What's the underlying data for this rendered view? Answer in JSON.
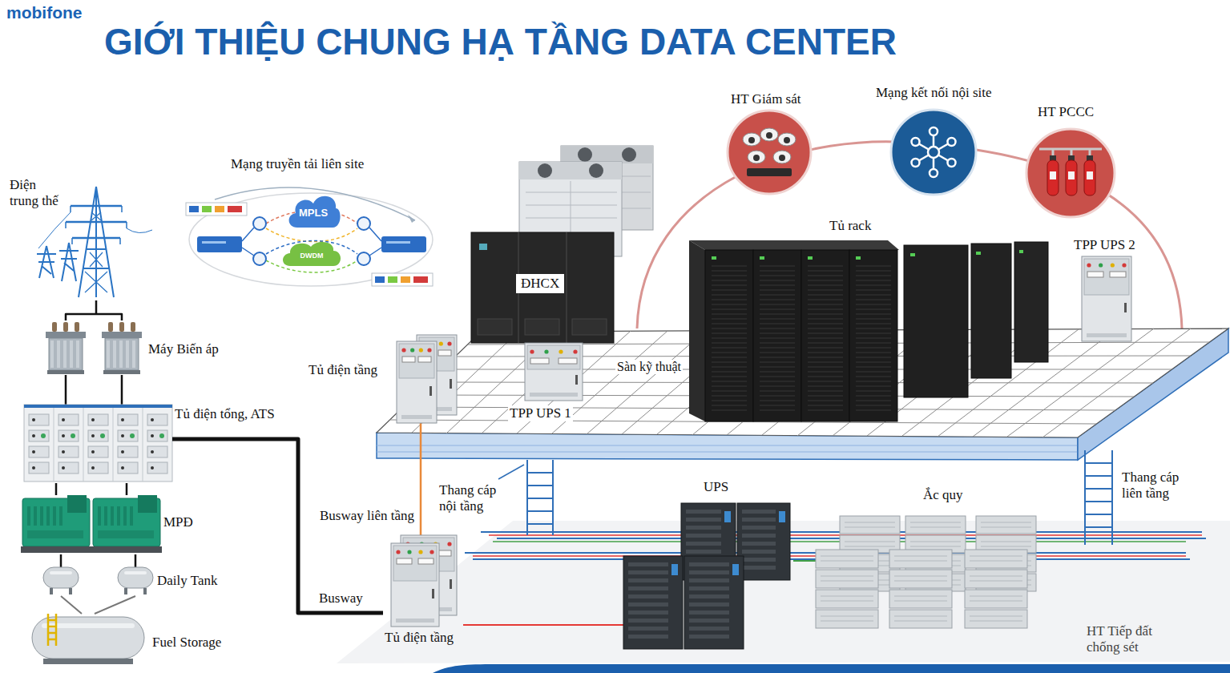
{
  "diagram": {
    "title": "GIỚI THIỆU CHUNG HẠ TẦNG DATA CENTER",
    "nodes": [
      {
        "text": [
          "Điện trung thế"
        ]
      },
      {
        "text": [
          "Máy Biến áp"
        ]
      },
      {
        "text": [
          "Tủ điện tổng, ATS"
        ]
      },
      {
        "text": [
          "MPĐ"
        ]
      },
      {
        "text": [
          "Daily Tank"
        ]
      },
      {
        "text": [
          "Fuel Storage"
        ]
      },
      {
        "text": [
          "Mạng truyền tải liên site"
        ]
      },
      {
        "text": [
          "MPLS"
        ],
        "in": 6
      },
      {
        "text": [
          "DWDM"
        ],
        "in": 6
      },
      {
        "text": [
          "HT Giám sát"
        ]
      },
      {
        "text": [
          "Mạng kết nối nội site"
        ]
      },
      {
        "text": [
          "HT PCCC"
        ]
      },
      {
        "text": [
          "ĐHCX"
        ]
      },
      {
        "text": [
          "Tủ điện tầng"
        ]
      },
      {
        "text": [
          "TPP UPS 1"
        ]
      },
      {
        "text": [
          "Tủ rack"
        ]
      },
      {
        "text": [
          "TPP UPS 2"
        ]
      },
      {
        "text": [
          "Tủ điện tầng"
        ]
      },
      {
        "text": [
          "UPS"
        ]
      },
      {
        "text": [
          "Ắc quy"
        ]
      }
    ],
    "edges": [
      {
        "from": 0,
        "to": 1,
        "arrow": "none"
      },
      {
        "from": 1,
        "to": 2,
        "arrow": "none"
      },
      {
        "from": 2,
        "to": 3,
        "arrow": "none"
      },
      {
        "from": 3,
        "to": 4,
        "arrow": "none"
      },
      {
        "from": 4,
        "to": 5,
        "arrow": "none"
      },
      {
        "from": 2,
        "to": 17,
        "label": "Busway",
        "arrow": "none"
      },
      {
        "from": 17,
        "to": 13,
        "label": "Busway liên tầng",
        "arrow": "none"
      },
      {
        "from": 17,
        "to": 18,
        "arrow": "none"
      },
      {
        "from": 18,
        "to": 19,
        "arrow": "none"
      }
    ],
    "labels": [
      "mobifone",
      "Sàn kỹ thuật",
      "Thang cáp nội tầng",
      "Thang cáp liên tầng",
      "HT Tiếp đất chống sét"
    ]
  }
}
